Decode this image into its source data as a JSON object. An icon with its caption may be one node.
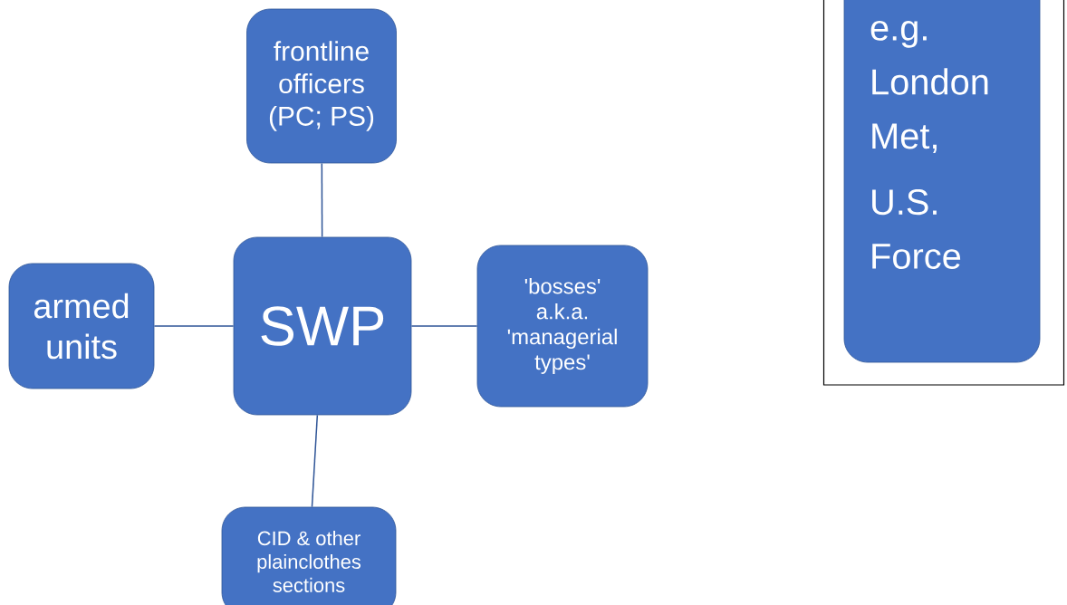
{
  "diagram": {
    "nodes": [
      {
        "text": [
          "frontline officers (PC; PS)"
        ]
      },
      {
        "text": [
          "armed units"
        ]
      },
      {
        "text": [
          "SWP"
        ]
      },
      {
        "text": [
          "'bosses' a.k.a. 'managerial types'"
        ]
      },
      {
        "text": [
          "CID & other plainclothes sections"
        ]
      },
      {
        "text": [],
        "shape": "box"
      },
      {
        "text": [
          "e.g. London Met,",
          "U.S. Force"
        ],
        "in": 5
      }
    ],
    "edges": [
      {
        "from": 2,
        "to": 0,
        "arrow": "none"
      },
      {
        "from": 1,
        "to": 2,
        "arrow": "none"
      },
      {
        "from": 2,
        "to": 3,
        "arrow": "none"
      },
      {
        "from": 2,
        "to": 4,
        "arrow": "none"
      }
    ]
  }
}
